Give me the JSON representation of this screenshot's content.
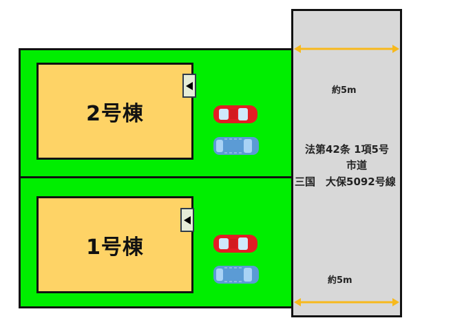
{
  "buildings": [
    {
      "id": "building-2",
      "label": "2号棟"
    },
    {
      "id": "building-1",
      "label": "1号棟"
    }
  ],
  "road": {
    "width_top": "約5m",
    "width_bottom": "約5m",
    "legal_classification": "法第42条 1項5号",
    "road_type": "市道",
    "road_name": "三国　大保5092号線"
  },
  "entry_marker_icon": "left-triangle",
  "colors": {
    "lot": "#00ee00",
    "building": "#fed366",
    "road": "#d8d8d8",
    "dimension_arrow": "#f7b91c",
    "car_red": "#e21d24",
    "car_blue": "#5b9bd5"
  },
  "parking": [
    {
      "building": "2号棟",
      "cars": [
        "red-car",
        "blue-car"
      ]
    },
    {
      "building": "1号棟",
      "cars": [
        "red-car",
        "blue-car"
      ]
    }
  ]
}
